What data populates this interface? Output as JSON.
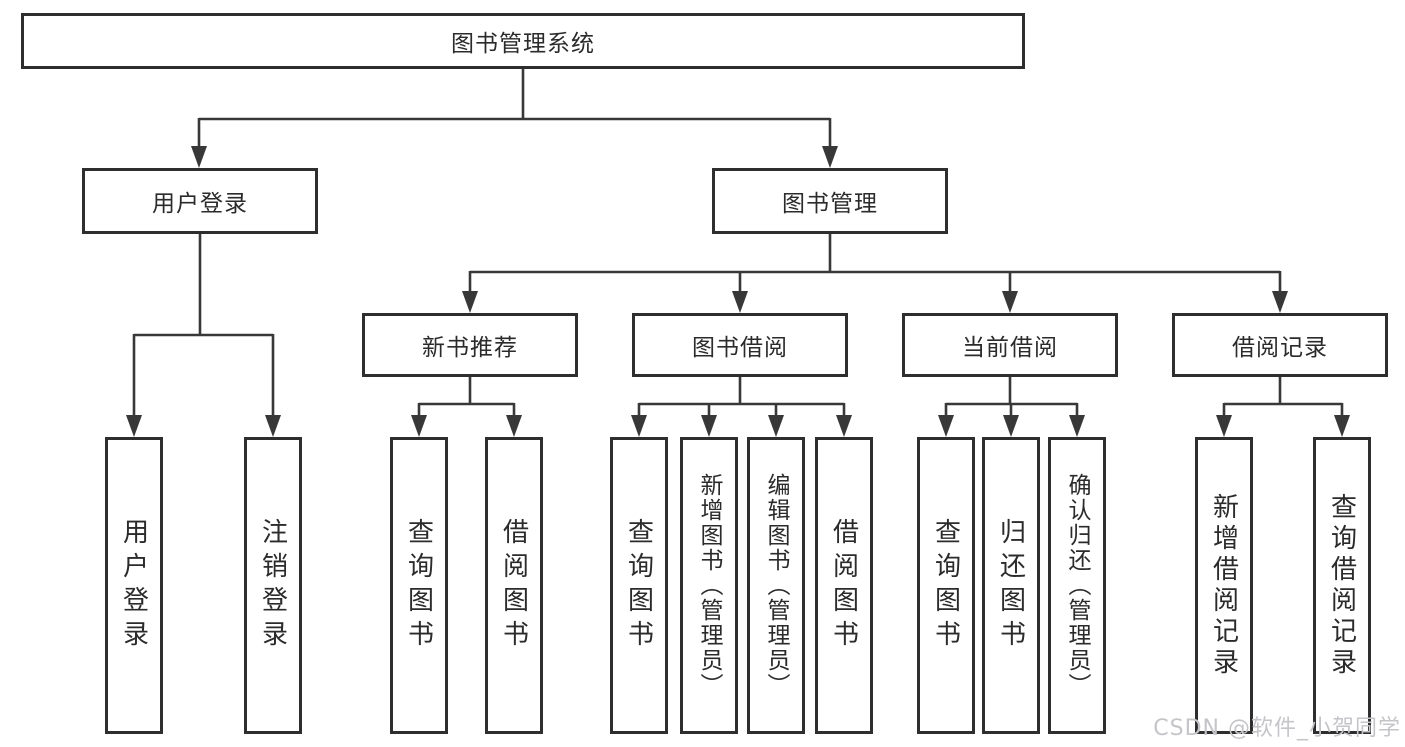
{
  "diagram": {
    "title_node": {
      "label": "图书管理系统"
    },
    "level2": [
      {
        "id": "user-login",
        "label": "用户登录"
      },
      {
        "id": "book-management",
        "label": "图书管理"
      }
    ],
    "level3": [
      {
        "id": "new-book-recommend",
        "label": "新书推荐",
        "parent": "图书管理"
      },
      {
        "id": "book-borrow",
        "label": "图书借阅",
        "parent": "图书管理"
      },
      {
        "id": "current-borrow",
        "label": "当前借阅",
        "parent": "图书管理"
      },
      {
        "id": "borrow-records",
        "label": "借阅记录",
        "parent": "图书管理"
      }
    ],
    "leaves": [
      {
        "label": "用户登录",
        "parent": "用户登录"
      },
      {
        "label": "注销登录",
        "parent": "用户登录"
      },
      {
        "label": "查询图书",
        "parent": "新书推荐"
      },
      {
        "label": "借阅图书",
        "parent": "新书推荐"
      },
      {
        "label": "查询图书",
        "parent": "图书借阅"
      },
      {
        "label": "新增图书（管理员）",
        "parent": "图书借阅"
      },
      {
        "label": "编辑图书（管理员）",
        "parent": "图书借阅"
      },
      {
        "label": "借阅图书",
        "parent": "图书借阅"
      },
      {
        "label": "查询图书",
        "parent": "当前借阅"
      },
      {
        "label": "归还图书",
        "parent": "当前借阅"
      },
      {
        "label": "确认归还（管理员）",
        "parent": "当前借阅"
      },
      {
        "label": "新增借阅记录",
        "parent": "借阅记录"
      },
      {
        "label": "查询借阅记录",
        "parent": "借阅记录"
      }
    ],
    "watermark": "CSDN @软件_小贺同学",
    "colors": {
      "line": "#383838",
      "box_border": "#2e2e2e",
      "text": "#2b2b2b",
      "background": "#ffffff",
      "watermark": "#c6c4c9"
    }
  }
}
